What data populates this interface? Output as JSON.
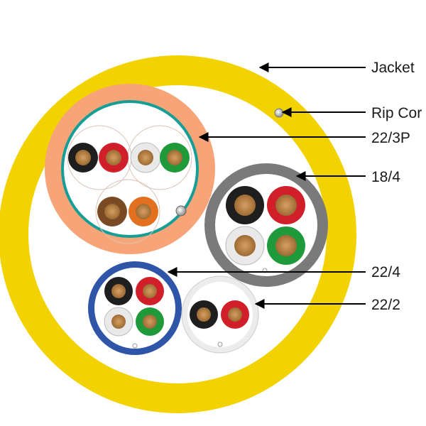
{
  "labels": {
    "jacket": "Jacket",
    "rip_cord": "Rip Cor",
    "p22_3": "22/3P",
    "c18_4": "18/4",
    "c22_4": "22/4",
    "c22_2": "22/2"
  },
  "colors": {
    "jacket_yellow": "#f2d200",
    "orange_jacket": "#f7a578",
    "teal_shield": "#159e96",
    "gray_jacket": "#7a7a7a",
    "blue_jacket": "#2e55a8",
    "white_jacket": "#ececec",
    "copper": "#c08a4a",
    "black": "#1e1e1e",
    "red": "#d11f2a",
    "white": "#e9e9e9",
    "green": "#1f9a3a",
    "brown": "#7a4a24",
    "orange": "#e2701e"
  }
}
